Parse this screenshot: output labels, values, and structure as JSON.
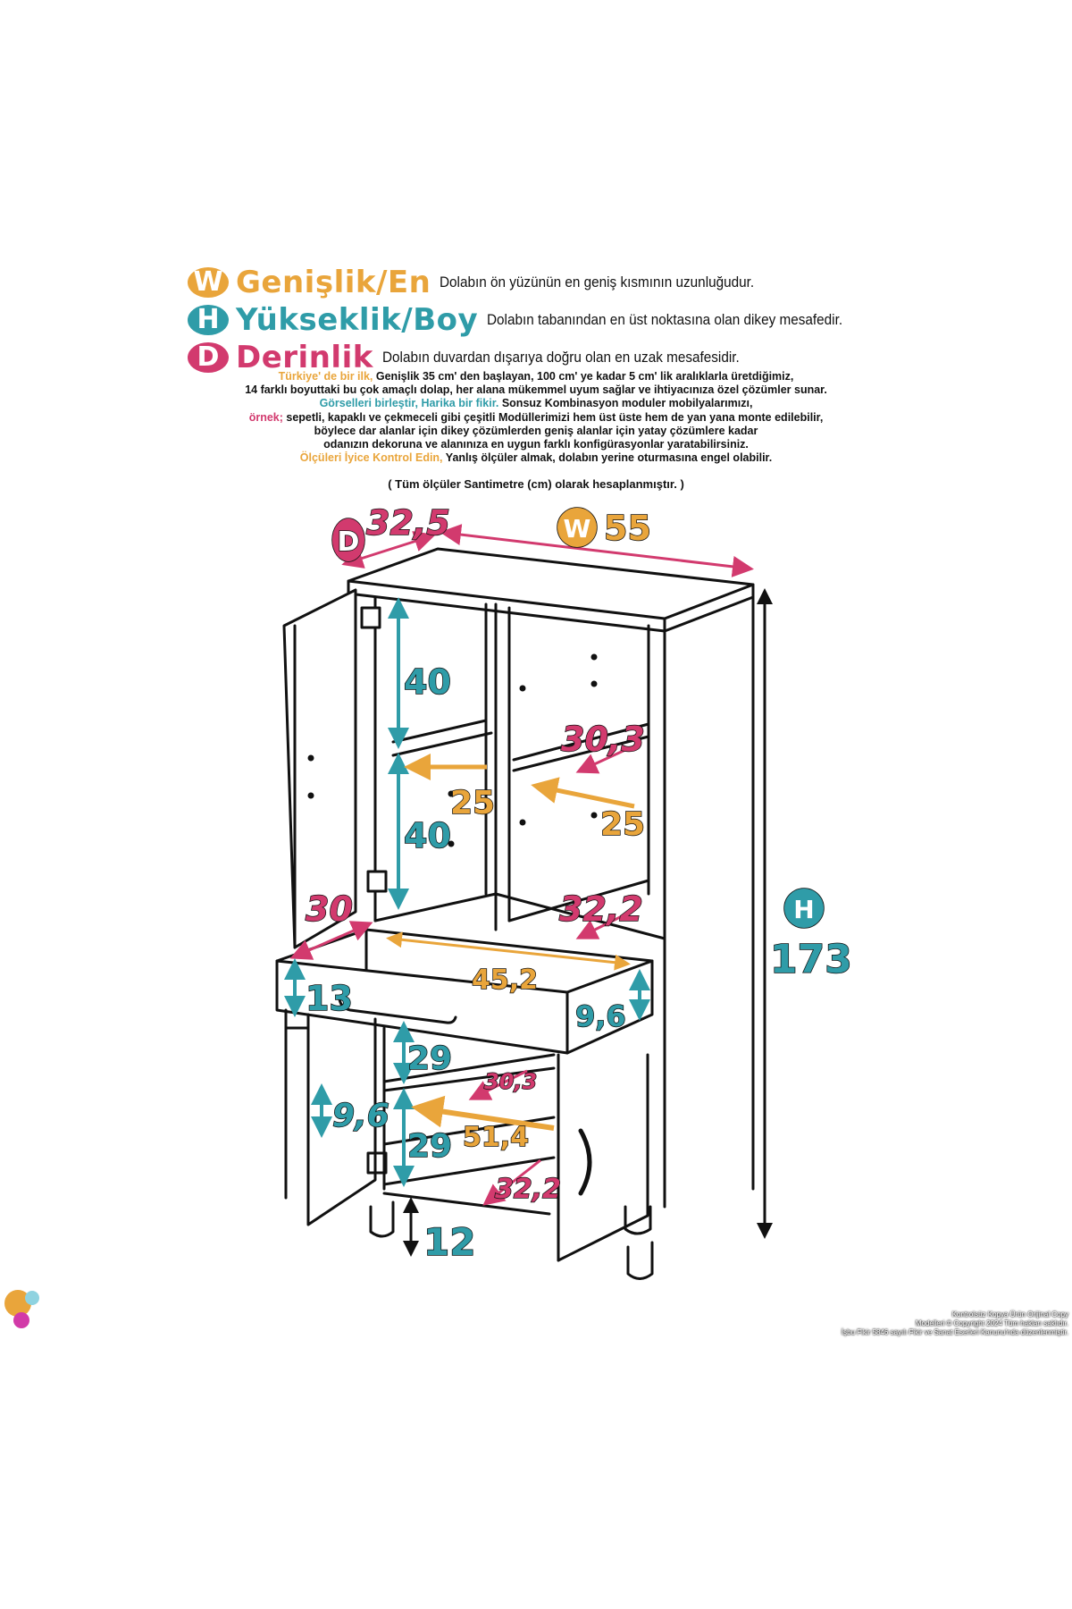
{
  "legend": {
    "width": {
      "letter": "W",
      "term": "Genişlik/En",
      "desc": "Dolabın ön yüzünün en geniş kısmının uzunluğudur.",
      "color": "#e9a53b"
    },
    "height": {
      "letter": "H",
      "term": "Yükseklik/Boy",
      "desc": "Dolabın tabanından en üst noktasına olan dikey mesafedir.",
      "color": "#2f9ca8"
    },
    "depth": {
      "letter": "D",
      "term": "Derinlik",
      "desc": "Dolabın duvardan dışarıya doğru olan en uzak mesafesidir.",
      "color": "#d23a6e"
    }
  },
  "info": {
    "l1_hl": "Türkiye' de bir ilk,",
    "l1_rest": " Genişlik 35 cm' den başlayan, 100 cm' ye kadar 5 cm' lik aralıklarla üretdiğimiz,",
    "l2": "14 farklı boyuttaki bu çok amaçlı dolap, her alana mükemmel uyum sağlar ve ihtiyacınıza özel çözümler sunar.",
    "l3_hl": "Görselleri birleştir, Harika bir fikir.",
    "l3_rest": " Sonsuz Kombinasyon moduler mobilyalarımızı,",
    "l4_hl": "örnek;",
    "l4_rest": " sepetli, kapaklı ve çekmeceli gibi çeşitli Modüllerimizi hem üst üste hem de yan yana monte edilebilir,",
    "l5": "böylece dar alanlar için dikey çözümlerden geniş alanlar için yatay çözümlere kadar",
    "l6": "odanızın dekoruna ve alanınıza en uygun farklı konfigürasyonlar yaratabilirsiniz.",
    "l7_hl": "Ölçüleri İyice Kontrol Edin,",
    "l7_rest": " Yanlış ölçüler almak, dolabın yerine oturmasına engel olabilir."
  },
  "note": "( Tüm ölçüler Santimetre (cm) olarak hesaplanmıştır. )",
  "dimensions": {
    "depth_letter": "D",
    "depth_total": "32,5",
    "width_letter": "W",
    "width_total": "55",
    "height_letter": "H",
    "height_total": "173",
    "upper_shelf_height_1": "40",
    "upper_shelf_height_2": "40",
    "upper_left_depth": "25",
    "upper_right_depth": "25",
    "upper_right_shelf_depth": "30,3",
    "upper_right_bottom_depth": "32,2",
    "door_depth": "30",
    "drawer_front_height": "13",
    "drawer_width": "45,2",
    "drawer_inner_height": "9,6",
    "lower_shelf_height_1": "29",
    "lower_shelf_height_2": "29",
    "lower_door_shelf_height": "9,6",
    "lower_shelf_depth": "30,3",
    "lower_inner_width": "51,4",
    "lower_bottom_depth": "32,2",
    "leg_height": "12"
  },
  "copyright": {
    "l1": "Kontrolsüz Kopya Ürün Orijinal Copy",
    "l2": "Modelleri © Copyright 2024 Tüm hakları saklıdır.",
    "l3": "İşbu Fikir 5846 sayılı Fikir ve Sanat Eserleri Kanunu'nda düzenlenmiştir."
  },
  "colors": {
    "orange": "#e9a53b",
    "teal": "#2f9ca8",
    "magenta": "#d23a6e",
    "ink": "#111111"
  }
}
